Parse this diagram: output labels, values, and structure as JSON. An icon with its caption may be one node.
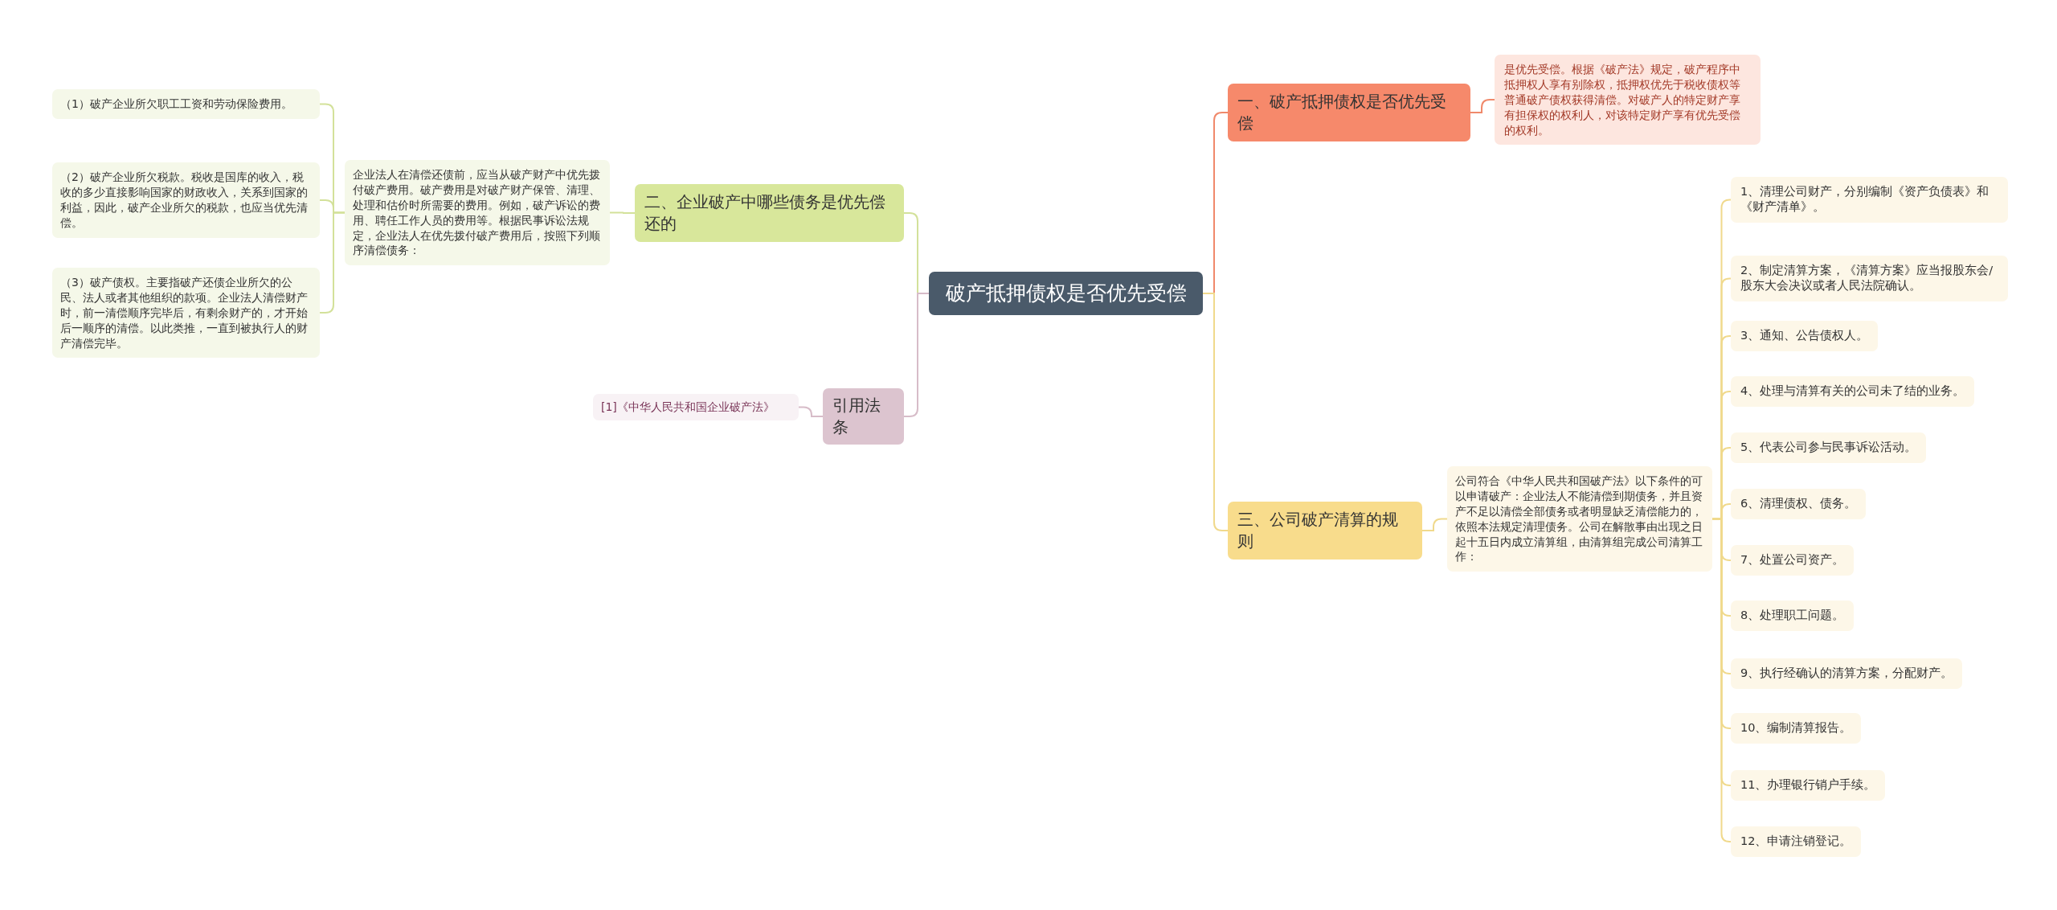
{
  "diagram": {
    "nodes": [
      {
        "text": [
          "破产抵押债权是否优先受偿"
        ]
      },
      {
        "text": [
          "一、破产抵押债权是否优先受偿"
        ]
      },
      {
        "text": [
          "是优先受偿。根据《破产法》规定，破产程序中抵押权人享有别除权，抵押权优先于税收债权等普通破产债权获得清偿。对破产人的特定财产享有担保权的权利人，对该特定财产享有优先受偿的权利。"
        ]
      },
      {
        "text": [
          "三、公司破产清算的规则"
        ]
      },
      {
        "text": [
          "公司符合《中华人民共和国破产法》以下条件的可以申请破产：企业法人不能清偿到期债务，并且资产不足以清偿全部债务或者明显缺乏清偿能力的，依照本法规定清理债务。公司在解散事由出现之日起十五日内成立清算组，由清算组完成公司清算工作："
        ]
      },
      {
        "text": [
          "1、清理公司财产，分别编制《资产负债表》和《财产清单》。"
        ]
      },
      {
        "text": [
          "2、制定清算方案，《清算方案》应当报股东会/股东大会决议或者人民法院确认。"
        ]
      },
      {
        "text": [
          "3、通知、公告债权人。"
        ]
      },
      {
        "text": [
          "4、处理与清算有关的公司未了结的业务。"
        ]
      },
      {
        "text": [
          "5、代表公司参与民事诉讼活动。"
        ]
      },
      {
        "text": [
          "6、清理债权、债务。"
        ]
      },
      {
        "text": [
          "7、处置公司资产。"
        ]
      },
      {
        "text": [
          "8、处理职工问题。"
        ]
      },
      {
        "text": [
          "9、执行经确认的清算方案，分配财产。"
        ]
      },
      {
        "text": [
          "10、编制清算报告。"
        ]
      },
      {
        "text": [
          "11、办理银行销户手续。"
        ]
      },
      {
        "text": [
          "12、申请注销登记。"
        ]
      },
      {
        "text": [
          "二、企业破产中哪些债务是优先偿还的"
        ]
      },
      {
        "text": [
          "企业法人在清偿还债前，应当从破产财产中优先拨付破产费用。破产费用是对破产财产保管、清理、处理和估价时所需要的费用。例如，破产诉讼的费用、聘任工作人员的费用等。根据民事诉讼法规定，企业法人在优先拨付破产费用后，按照下列顺序清偿债务："
        ]
      },
      {
        "text": [
          "（1）破产企业所欠职工工资和劳动保险费用。"
        ]
      },
      {
        "text": [
          "（2）破产企业所欠税款。税收是国库的收入，税收的多少直接影响国家的财政收入，关系到国家的利益，因此，破产企业所欠的税款，也应当优先清偿。"
        ]
      },
      {
        "text": [
          "（3）破产债权。主要指破产还债企业所欠的公民、法人或者其他组织的款项。企业法人清偿财产时，前一清偿顺序完毕后，有剩余财产的，才开始后一顺序的清偿。以此类推，一直到被执行人的财产清偿完毕。"
        ]
      },
      {
        "text": [
          "引用法条"
        ]
      },
      {
        "text": [
          "[1]《中华人民共和国企业破产法》"
        ]
      }
    ],
    "edges": [
      {
        "from": 0,
        "to": 1,
        "arrow": "none",
        "color": "#f0896b"
      },
      {
        "from": 1,
        "to": 2,
        "arrow": "none",
        "color": "#f0896b"
      },
      {
        "from": 0,
        "to": 3,
        "arrow": "none"
      },
      {
        "from": 3,
        "to": 4,
        "arrow": "none"
      },
      {
        "from": 4,
        "to": 5,
        "arrow": "none"
      },
      {
        "from": 4,
        "to": 6,
        "arrow": "none"
      },
      {
        "from": 4,
        "to": 7,
        "arrow": "none"
      },
      {
        "from": 4,
        "to": 8,
        "arrow": "none"
      },
      {
        "from": 4,
        "to": 9,
        "arrow": "none"
      },
      {
        "from": 4,
        "to": 10,
        "arrow": "none"
      },
      {
        "from": 4,
        "to": 11,
        "arrow": "none"
      },
      {
        "from": 4,
        "to": 12,
        "arrow": "none"
      },
      {
        "from": 4,
        "to": 13,
        "arrow": "none"
      },
      {
        "from": 4,
        "to": 14,
        "arrow": "none"
      },
      {
        "from": 4,
        "to": 15,
        "arrow": "none"
      },
      {
        "from": 4,
        "to": 16,
        "arrow": "none"
      },
      {
        "from": 0,
        "to": 17,
        "arrow": "none",
        "color": "#d3e19a"
      },
      {
        "from": 17,
        "to": 18,
        "arrow": "none",
        "color": "#d3e19a"
      },
      {
        "from": 18,
        "to": 19,
        "arrow": "none",
        "color": "#d3e19a"
      },
      {
        "from": 18,
        "to": 20,
        "arrow": "none",
        "color": "#d3e19a"
      },
      {
        "from": 18,
        "to": 21,
        "arrow": "none",
        "color": "#d3e19a"
      },
      {
        "from": 0,
        "to": 22,
        "arrow": "none",
        "color": "#d7bcc8"
      },
      {
        "from": 22,
        "to": 23,
        "arrow": "none",
        "color": "#d7bcc8"
      }
    ]
  }
}
